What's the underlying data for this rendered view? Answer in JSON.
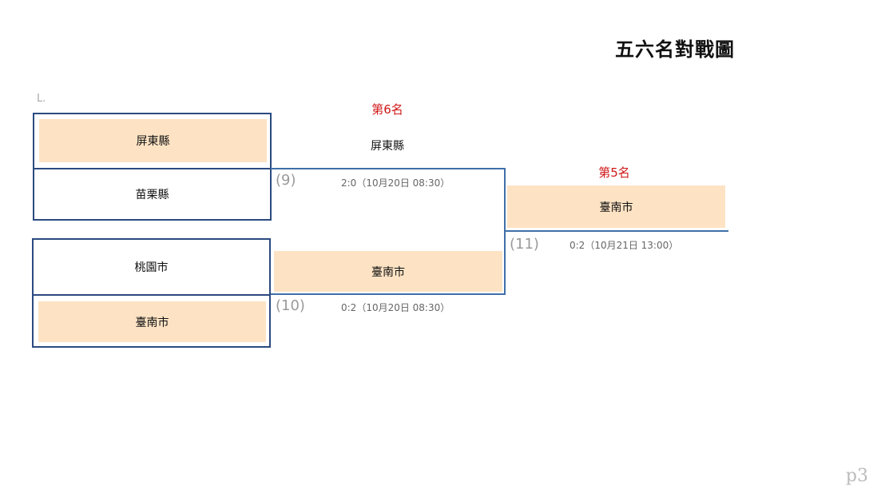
{
  "title": "五六名對戰圖",
  "corner_mark": "L.",
  "page_number": "p3",
  "round1": [
    {
      "match": "(9)",
      "top": "屏東縣",
      "bottom": "苗栗縣",
      "winner": "top",
      "score": "2:0（10月20日 08:30）"
    },
    {
      "match": "(10)",
      "top": "桃園市",
      "bottom": "臺南市",
      "winner": "bottom",
      "score": "0:2（10月20日 08:30）"
    }
  ],
  "sixth": {
    "label": "第6名",
    "team": "屏東縣"
  },
  "semi_winner": "臺南市",
  "final": {
    "match": "(11)",
    "label": "第5名",
    "team": "臺南市",
    "score": "0:2（10月21日 13:00）"
  },
  "colors": {
    "line": "#3f6fa8",
    "box_border": "#2b4a80",
    "highlight": "#fde3c4",
    "rank": "#d01818"
  }
}
